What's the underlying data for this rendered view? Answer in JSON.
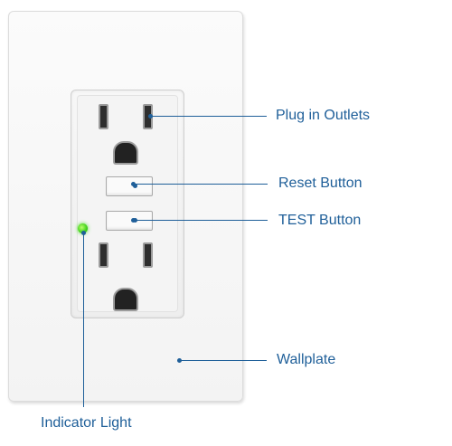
{
  "diagram": {
    "labels": {
      "plug_in_outlets": "Plug in Outlets",
      "reset_button": "Reset Button",
      "test_button": "TEST Button",
      "wallplate": "Wallplate",
      "indicator_light": "Indicator Light"
    },
    "colors": {
      "label_blue": "#1f5f99",
      "indicator_green": "#3ed11b"
    }
  }
}
